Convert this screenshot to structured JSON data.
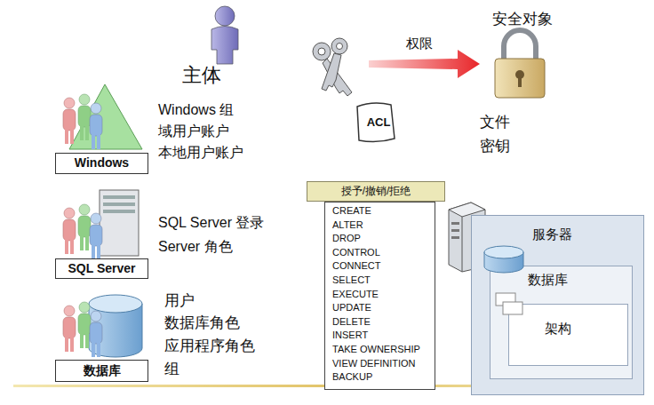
{
  "diagram": {
    "nodes": [
      {
        "text": [
          "Windows"
        ]
      },
      {
        "text": [
          "SQL Server"
        ]
      },
      {
        "text": [
          "数据库"
        ]
      },
      {
        "text": [
          "ACL"
        ]
      },
      {
        "text": [
          "授予/撤销/拒绝",
          "CREATE",
          "ALTER",
          "DROP",
          "CONTROL",
          "CONNECT",
          "SELECT",
          "EXECUTE",
          "UPDATE",
          "DELETE",
          "INSERT",
          "TAKE OWNERSHIP",
          "VIEW DEFINITION",
          "BACKUP"
        ]
      },
      {
        "text": [
          "服务器"
        ]
      },
      {
        "text": [
          "数据库"
        ],
        "in": 5
      },
      {
        "text": [
          "架构"
        ],
        "in": 6
      }
    ],
    "labels": [
      "主体",
      "Windows 组",
      "域用户账户",
      "本地用户账户",
      "SQL Server 登录",
      "Server 角色",
      "用户",
      "数据库角色",
      "应用程序角色",
      "组",
      "权限",
      "安全对象",
      "文件",
      "密钥"
    ]
  }
}
